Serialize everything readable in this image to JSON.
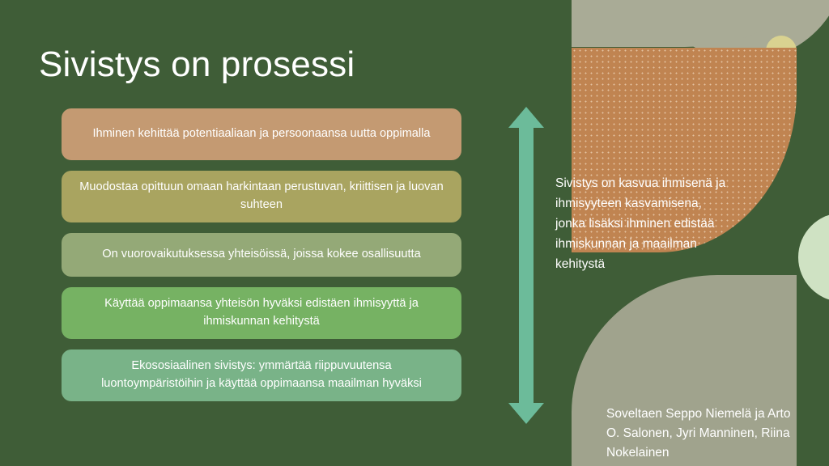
{
  "slide": {
    "title": "Sivistys on prosessi",
    "background_color": "#3f5d37",
    "text_color": "#ffffff"
  },
  "process_boxes": [
    {
      "text": "Ihminen kehittää potentiaaliaan ja persoonaansa uutta oppimalla",
      "color": "#c49a72",
      "lines": 2
    },
    {
      "text": "Muodostaa opittuun omaan harkintaan perustuvan, kriittisen ja luovan suhteen",
      "color": "#a9a460",
      "lines": 2
    },
    {
      "text": "On vuorovaikutuksessa yhteisöissä, joissa kokee osallisuutta",
      "color": "#94a977",
      "lines": 1
    },
    {
      "text": "Käyttää oppimaansa yhteisön hyväksi edistäen ihmisyyttä ja ihmiskunnan kehitystä",
      "color": "#76b263",
      "lines": 2
    },
    {
      "text": "Ekososiaalinen sivistys: ymmärtää riippuvuutensa luontoympäristöihin ja käyttää oppimaansa maailman hyväksi",
      "color": "#79b388",
      "lines": 2
    }
  ],
  "arrow": {
    "name": "double-headed-vertical-arrow",
    "color": "#6cbb9a"
  },
  "right_panel": {
    "quote": "Sivistys on kasvua ihmisenä ja ihmisyyteen kasvamisena, jonka lisäksi ihminen edistää ihmiskunnan ja maailman kehitystä",
    "credit": "Soveltaen Seppo Niemelä ja Arto O. Salonen, Jyri Manninen, Riina Nokelainen"
  },
  "decorations": {
    "top_sage_color": "#a9ab96",
    "orange_dotted_color": "#c08451",
    "yellow_dot_color": "#d9d290",
    "bottom_sage_color": "#a0a38d",
    "mint_circle_color": "#cfe2c3"
  }
}
